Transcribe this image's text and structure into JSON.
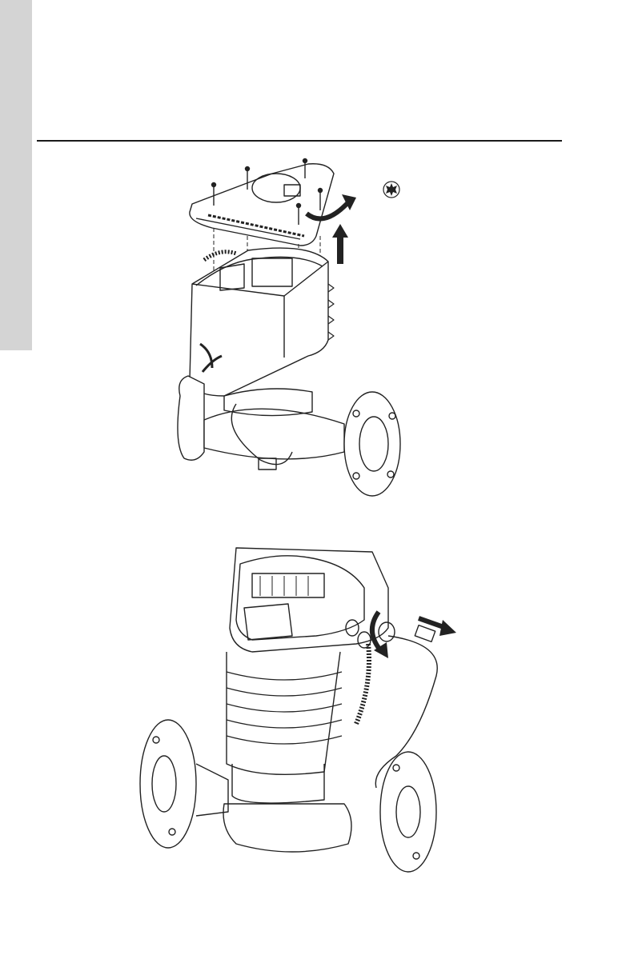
{
  "page": {
    "side_tab_color": "#d4d4d4",
    "rule_color": "#1a1a1a"
  },
  "figures": [
    {
      "id": "remove-cover",
      "icon": "torx-star-icon",
      "arrows": [
        "rotate-counterclockwise-arrow",
        "lift-up-arrow"
      ]
    },
    {
      "id": "disconnect-cable",
      "arrows": [
        "rotate-cable-gland-arrow",
        "pull-out-arrow"
      ]
    }
  ]
}
